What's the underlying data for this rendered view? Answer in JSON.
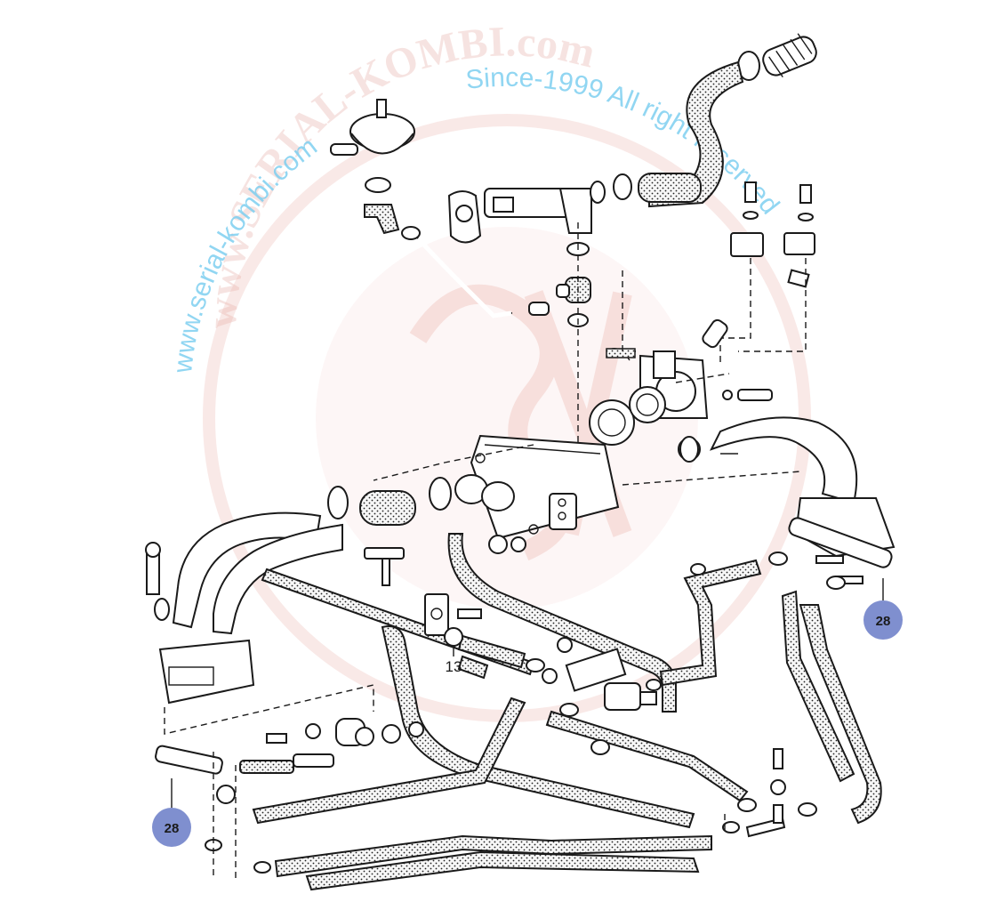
{
  "callouts": {
    "right_badge": "28",
    "left_badge": "28",
    "plain_label": "13"
  },
  "watermark": {
    "site_text": "www.serial-kombi.com",
    "logo_text": "www.SERIAL-KOMBI.com",
    "tagline": "Since-1999 All right reserved"
  },
  "colors": {
    "badge_fill": "#7f8fcf",
    "line": "#1a1a1a",
    "watermark_text": "#7ecff0",
    "watermark_logo": "#e8b2aa"
  }
}
